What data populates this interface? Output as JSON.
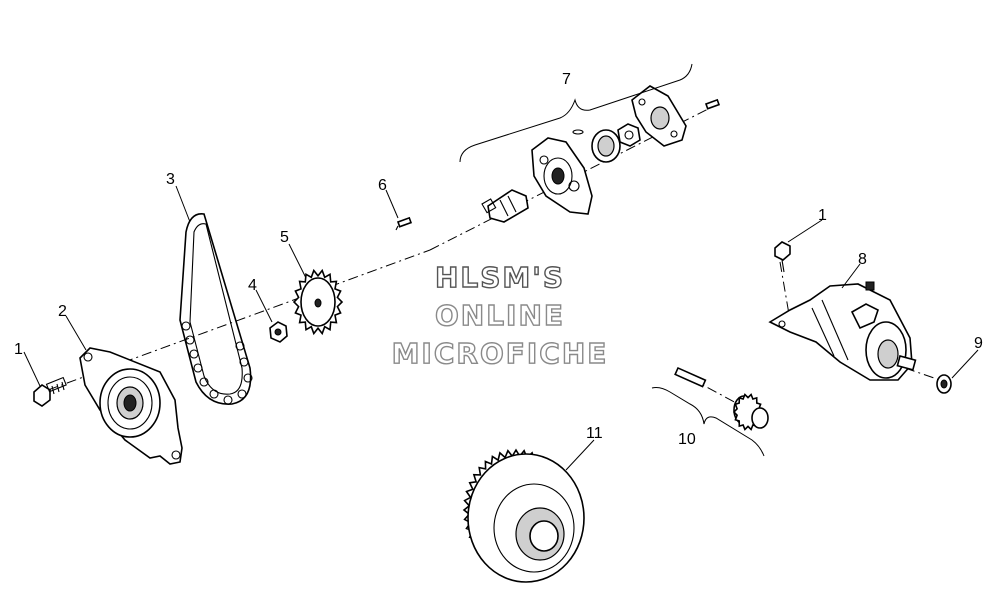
{
  "callouts": {
    "c1a": "1",
    "c1b": "1",
    "c2": "2",
    "c3": "3",
    "c4": "4",
    "c5": "5",
    "c6": "6",
    "c7": "7",
    "c8": "8",
    "c9": "9",
    "c10": "10",
    "c11": "11"
  },
  "watermark": {
    "line1": "HLSM'S",
    "line2": "ONLINE",
    "line3": "MICROFICHE"
  }
}
